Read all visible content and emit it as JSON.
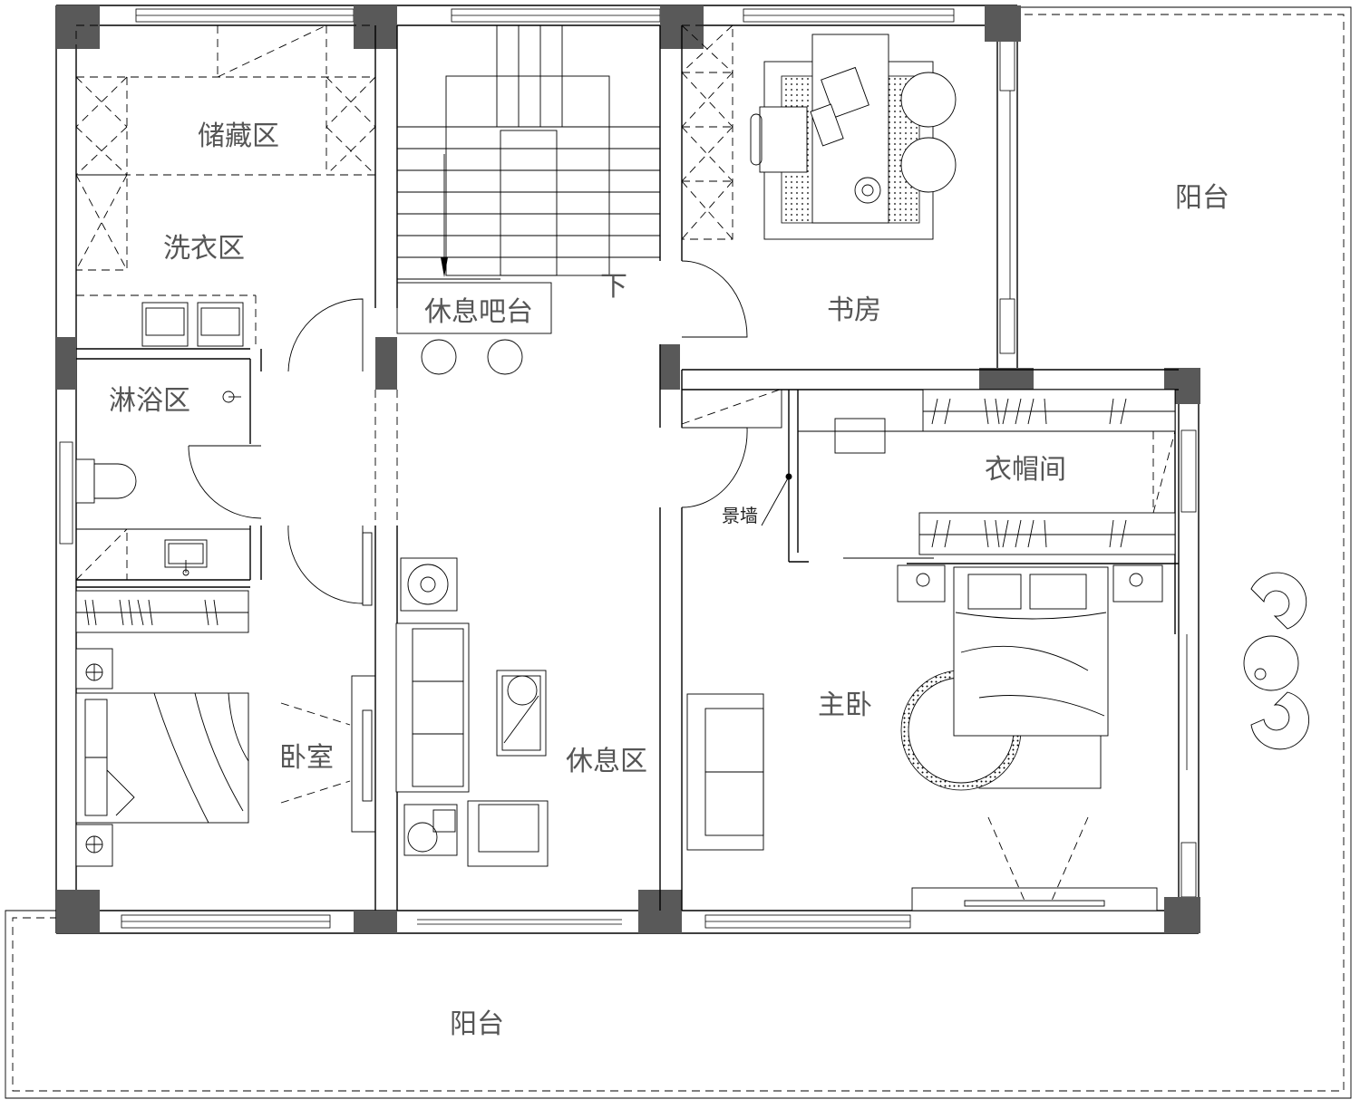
{
  "rooms": {
    "storage": "储藏区",
    "laundry": "洗衣区",
    "shower": "淋浴区",
    "bedroom": "卧室",
    "bar": "休息吧台",
    "lounge": "休息区",
    "study": "书房",
    "closet": "衣帽间",
    "master": "主卧",
    "balcony_east": "阳台",
    "balcony_south": "阳台"
  },
  "annotations": {
    "stair_down": "下",
    "feature_wall": "景墙"
  }
}
